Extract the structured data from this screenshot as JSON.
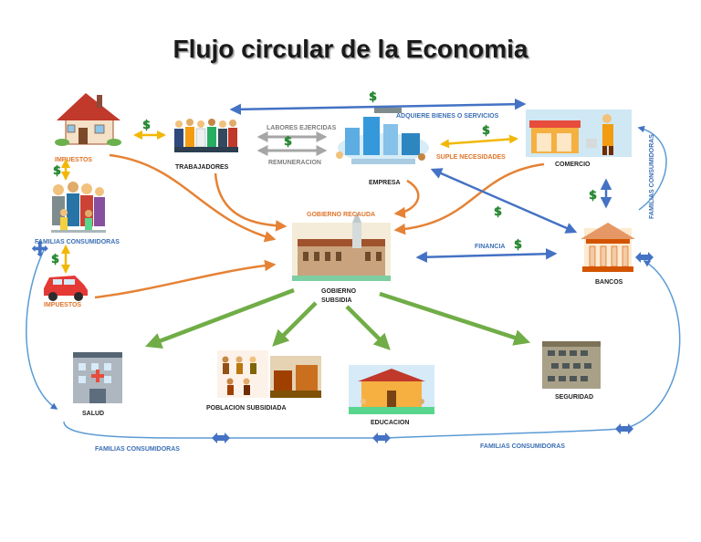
{
  "title": "Flujo circular de la Economia",
  "dollar_sign": "$",
  "labels": {
    "impuestos_top": "IMPUESTOS",
    "trabajadores": "TRABAJADORES",
    "labores_ejercidas": "LABORES EJERCIDAS",
    "remuneracion": "REMUNERACION",
    "adquiere": "ADQUIERE BIENES O SERVICIOS",
    "suple": "SUPLE NECESIDADES",
    "empresa": "EMPRESA",
    "comercio": "COMERCIO",
    "familias_consumidoras": "FAMILIAS CONSUMIDORAS",
    "gobierno_recauda": "GOBIERNO RECAUDA",
    "financia": "FINANCIA",
    "bancos": "BANCOS",
    "impuestos_bottom": "IMPUESTOS",
    "gobierno": "GOBIERNO",
    "subsidia": "SUBSIDIA",
    "salud": "SALUD",
    "poblacion_subsidiada": "POBLACION SUBSIDIADA",
    "educacion": "EDUCACION",
    "seguridad": "SEGURIDAD"
  },
  "colors": {
    "orange_flow": "#e58235",
    "blue_flow": "#4472c4",
    "green_flow": "#70ad47",
    "grey_flow": "#a6a6a6",
    "money_green": "#1f8a2a"
  }
}
